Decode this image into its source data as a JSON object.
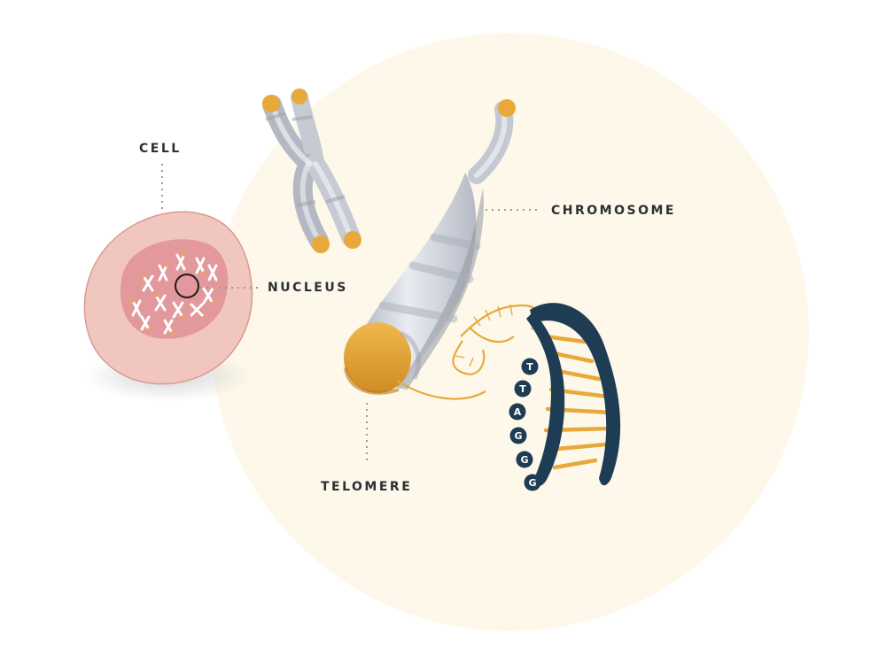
{
  "labels": {
    "cell": "CELL",
    "nucleus": "NUCLEUS",
    "chromosome": "CHROMOSOME",
    "telomere": "TELOMERE"
  },
  "dna_sequence": [
    "T",
    "T",
    "A",
    "G",
    "G",
    "G"
  ],
  "colors": {
    "background_circle": "#fdf8ea",
    "cell_membrane": "#f1c6bf",
    "nucleus": "#e3989c",
    "chromosome": "#cfd3db",
    "telomere_cap": "#e8a93a",
    "dna_backbone": "#1f3c55",
    "dna_rungs": "#e8a93a",
    "label_text": "#2b2f36",
    "leader_dots": "#9a9a9a"
  }
}
